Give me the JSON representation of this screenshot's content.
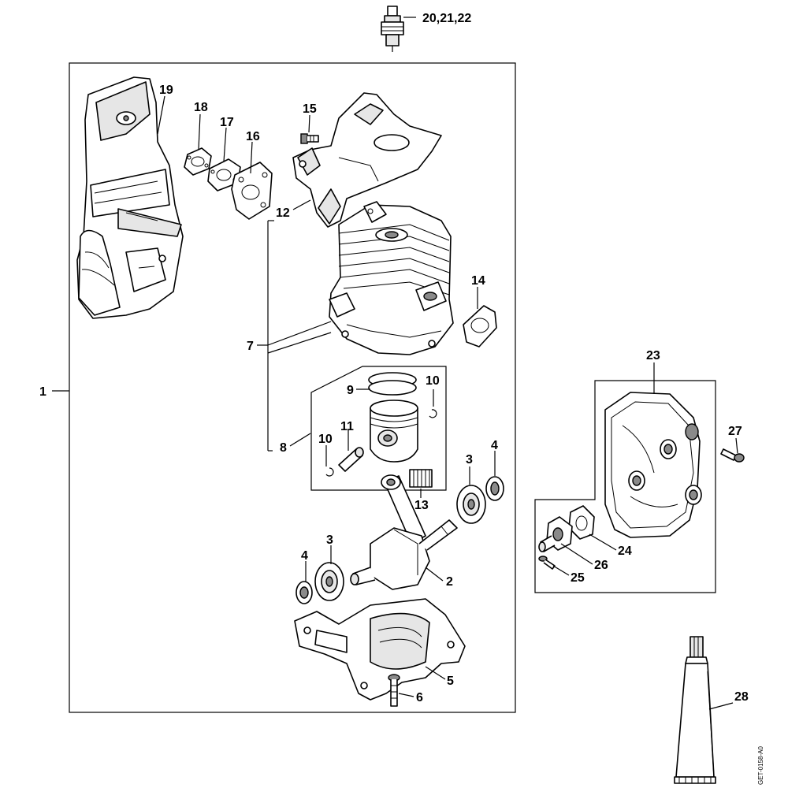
{
  "labels": {
    "l1": "1",
    "l2": "2",
    "l3a": "3",
    "l3b": "3",
    "l4a": "4",
    "l4b": "4",
    "l5": "5",
    "l6": "6",
    "l7": "7",
    "l8": "8",
    "l9": "9",
    "l10a": "10",
    "l10b": "10",
    "l11": "11",
    "l12": "12",
    "l13": "13",
    "l14": "14",
    "l15": "15",
    "l16": "16",
    "l17": "17",
    "l18": "18",
    "l19": "19",
    "l20": "20,21,22",
    "l23": "23",
    "l24": "24",
    "l25": "25",
    "l26": "26",
    "l27": "27",
    "l28": "28"
  },
  "drawing_code": "GET-0158-A0"
}
